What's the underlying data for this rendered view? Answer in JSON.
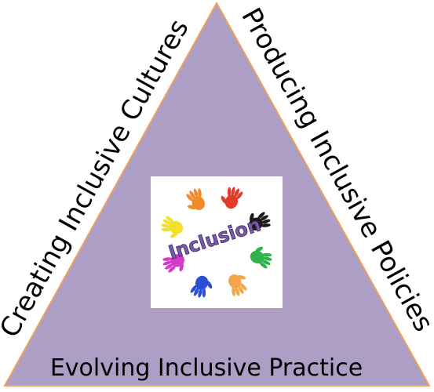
{
  "diagram": {
    "colors": {
      "triangle_fill": "#ad9ec6",
      "triangle_stroke": "#f0a060",
      "logo_background": "#ffffff"
    },
    "sides": {
      "left": "Creating Inclusive Cultures",
      "right": "Producing Inclusive Policies",
      "bottom": "Evolving Inclusive Practice"
    },
    "center_logo": {
      "word": "Inclusion",
      "hand_colors": [
        "#e23a2a",
        "#1a1a1a",
        "#2fb24a",
        "#f4a64a",
        "#2a4fd6",
        "#d63ac8",
        "#f2e02a",
        "#f08a2a"
      ]
    }
  }
}
